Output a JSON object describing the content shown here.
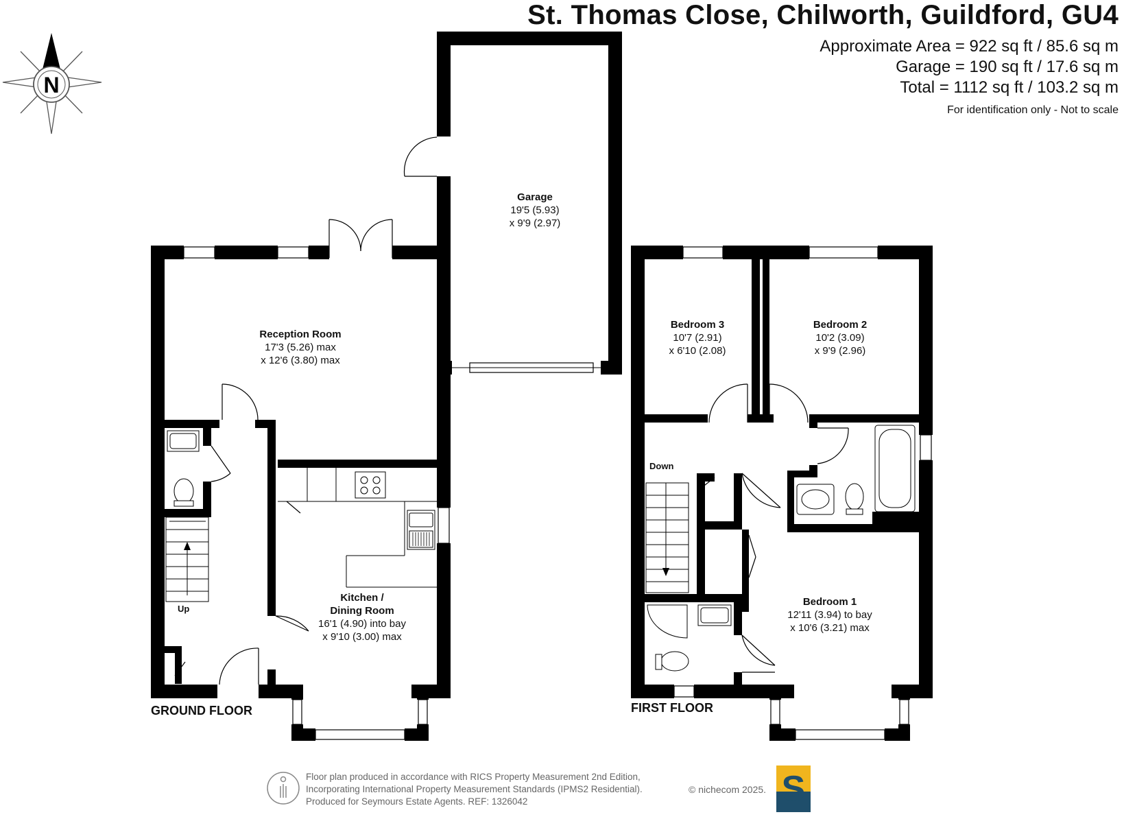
{
  "header": {
    "title": "St. Thomas Close, Chilworth, Guildford, GU4",
    "area_approx": "Approximate Area = 922 sq ft / 85.6 sq m",
    "area_garage": "Garage = 190 sq ft / 17.6 sq m",
    "area_total": "Total = 1112 sq ft / 103.2 sq m",
    "note": "For identification only - Not to scale"
  },
  "compass": {
    "label": "N",
    "icon": "compass-north-icon"
  },
  "rooms": {
    "garage": {
      "name": "Garage",
      "dim1": "19'5 (5.93)",
      "dim2": "x 9'9 (2.97)"
    },
    "reception": {
      "name": "Reception Room",
      "dim1": "17'3 (5.26) max",
      "dim2": "x 12'6 (3.80) max"
    },
    "kitchen": {
      "name1": "Kitchen /",
      "name2": "Dining Room",
      "dim1": "16'1 (4.90) into bay",
      "dim2": "x 9'10 (3.00) max"
    },
    "bedroom3": {
      "name": "Bedroom 3",
      "dim1": "10'7 (2.91)",
      "dim2": "x 6'10 (2.08)"
    },
    "bedroom2": {
      "name": "Bedroom 2",
      "dim1": "10'2 (3.09)",
      "dim2": "x 9'9 (2.96)"
    },
    "bedroom1": {
      "name": "Bedroom 1",
      "dim1": "12'11 (3.94) to bay",
      "dim2": "x 10'6 (3.21) max"
    }
  },
  "labels": {
    "up": "Up",
    "down": "Down",
    "ground_floor": "GROUND FLOOR",
    "first_floor": "FIRST FLOOR"
  },
  "footer": {
    "line1": "Floor plan produced in accordance with RICS Property Measurement 2nd Edition,",
    "line2": "Incorporating International Property Measurement Standards (IPMS2 Residential).",
    "line3": "Produced for Seymours Estate Agents.   REF: 1326042",
    "copyright": "© nichecom 2025.",
    "logo_letter": "S"
  },
  "colors": {
    "wall": "#000000",
    "logo_yellow": "#f0b51e",
    "logo_blue": "#1f4e6b",
    "footer_text": "#666666"
  }
}
